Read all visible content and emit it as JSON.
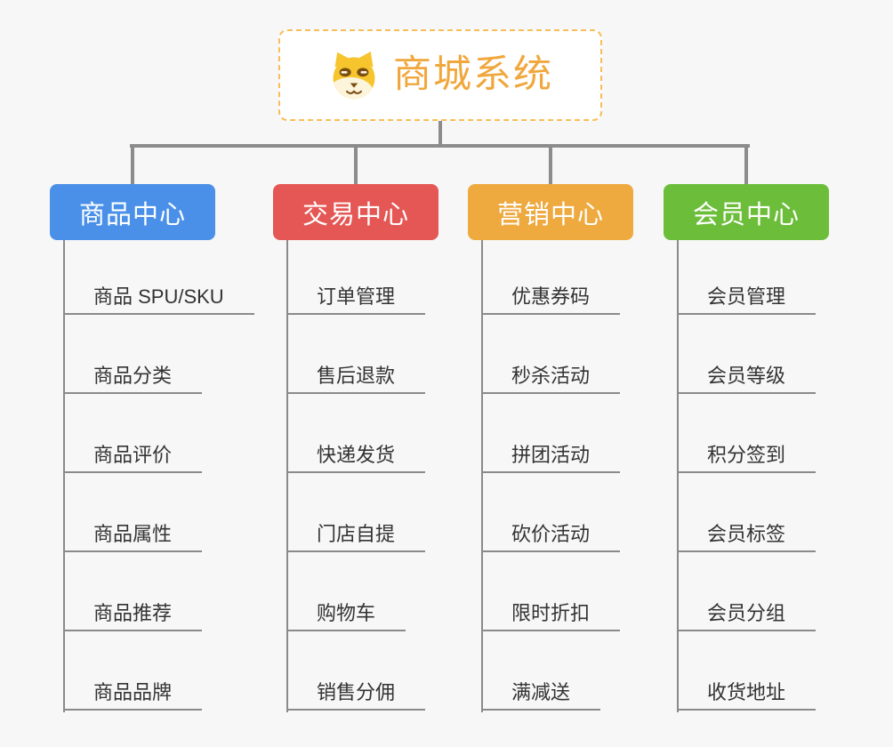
{
  "root": {
    "title": "商城系统",
    "icon": "dog-face-icon",
    "text_color": "#F0A73C",
    "border_color": "#F7BE57"
  },
  "colors": {
    "connector": "#8C8C8C",
    "leaf_line": "#8A8A8A",
    "leaf_text": "#333333",
    "background": "#F7F7F7"
  },
  "branches": [
    {
      "label": "商品中心",
      "color": "#4A90E8",
      "children": [
        "商品 SPU/SKU",
        "商品分类",
        "商品评价",
        "商品属性",
        "商品推荐",
        "商品品牌"
      ]
    },
    {
      "label": "交易中心",
      "color": "#E45755",
      "children": [
        "订单管理",
        "售后退款",
        "快递发货",
        "门店自提",
        "购物车",
        "销售分佣"
      ]
    },
    {
      "label": "营销中心",
      "color": "#EEA93F",
      "children": [
        "优惠券码",
        "秒杀活动",
        "拼团活动",
        "砍价活动",
        "限时折扣",
        "满减送"
      ]
    },
    {
      "label": "会员中心",
      "color": "#6CBE3A",
      "children": [
        "会员管理",
        "会员等级",
        "积分签到",
        "会员标签",
        "会员分组",
        "收货地址"
      ]
    }
  ]
}
